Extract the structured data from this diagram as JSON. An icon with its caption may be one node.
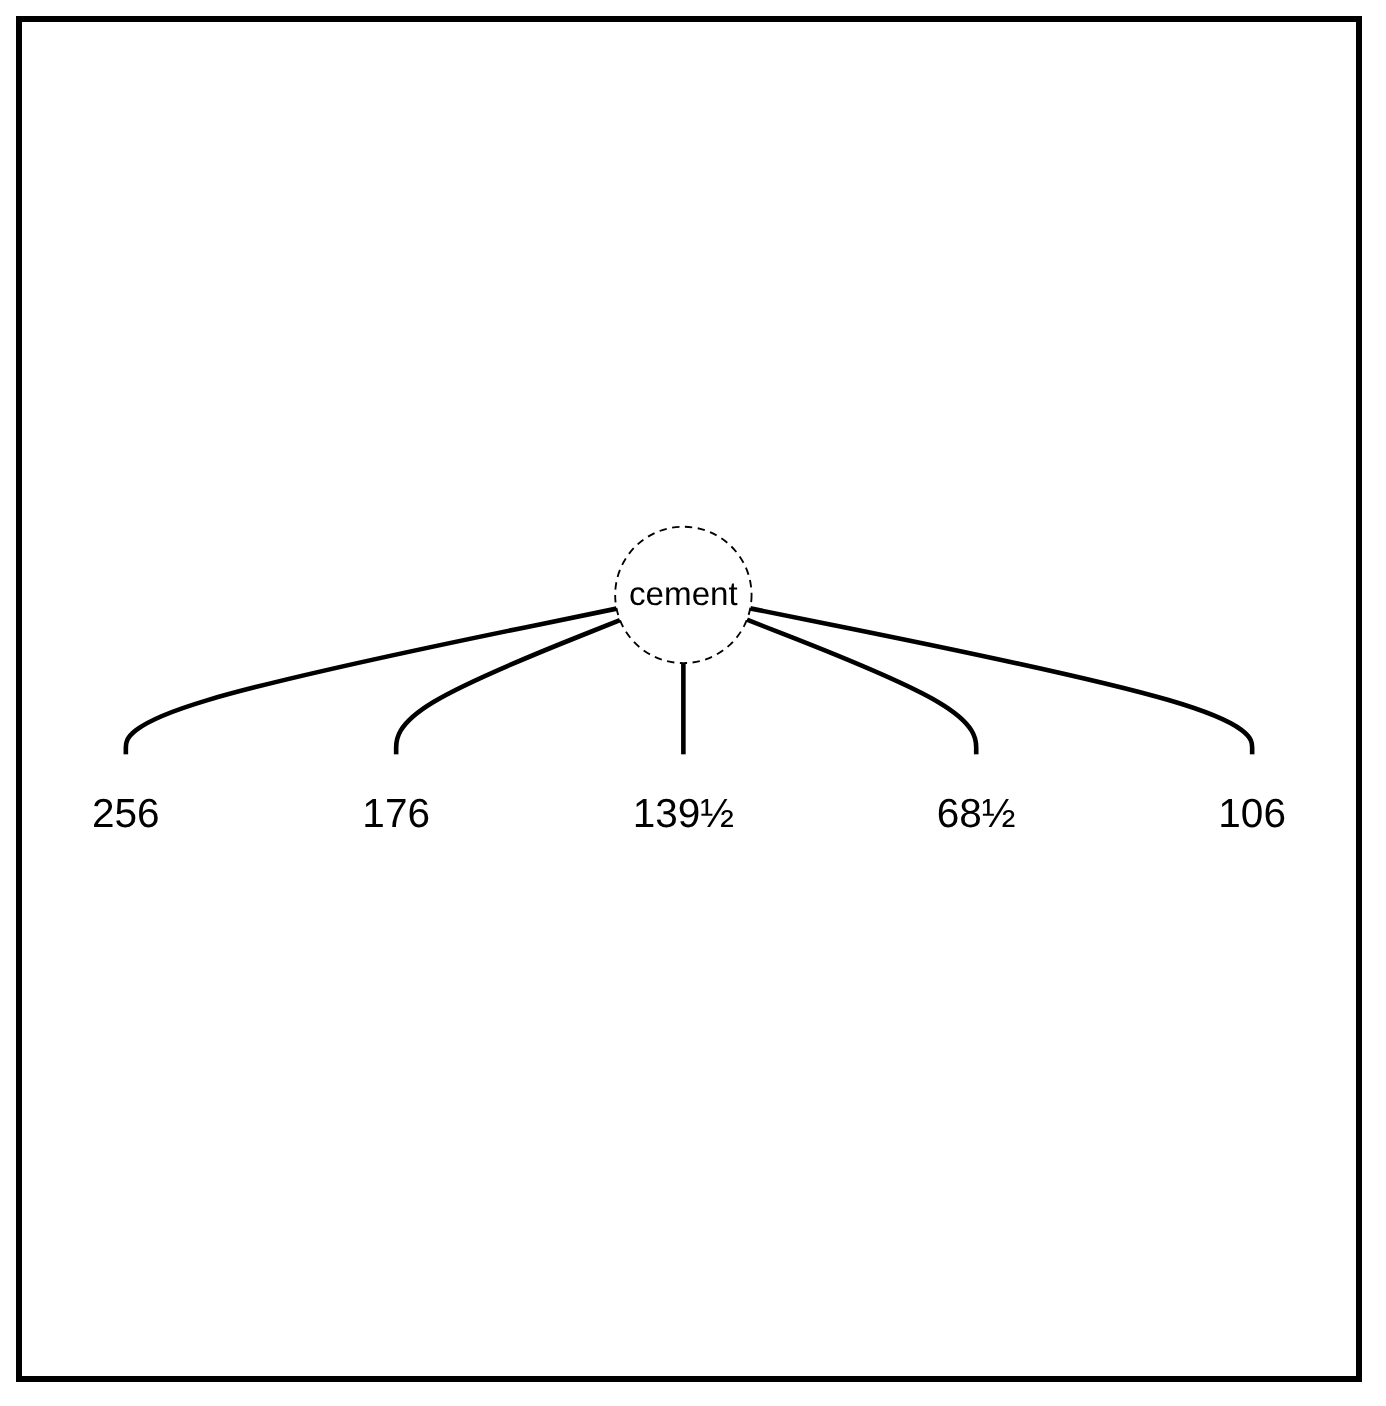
{
  "diagram": {
    "nodes": [
      {
        "text": [
          "256"
        ]
      },
      {
        "text": [
          "cement"
        ]
      },
      {
        "text": [
          "176"
        ]
      },
      {
        "text": [
          "139½"
        ]
      },
      {
        "text": [
          "68½"
        ]
      },
      {
        "text": [
          "106"
        ]
      }
    ],
    "edges": [
      {
        "from": 1,
        "to": 0,
        "arrow": "none"
      },
      {
        "from": 1,
        "to": 2,
        "arrow": "none"
      },
      {
        "from": 1,
        "to": 3,
        "arrow": "none"
      },
      {
        "from": 1,
        "to": 4,
        "arrow": "none"
      },
      {
        "from": 1,
        "to": 5,
        "arrow": "none"
      }
    ]
  }
}
